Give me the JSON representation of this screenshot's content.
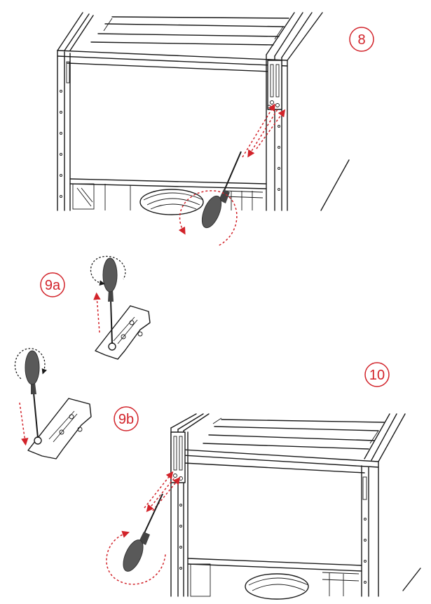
{
  "steps": [
    {
      "id": "8",
      "label": "8"
    },
    {
      "id": "9a",
      "label": "9a"
    },
    {
      "id": "9b",
      "label": "9b"
    },
    {
      "id": "10",
      "label": "10"
    }
  ],
  "colors": {
    "accent": "#d2232a",
    "line": "#1a1a1a",
    "handle": "#595959",
    "background": "#ffffff"
  },
  "icons": [
    "screwdriver-icon",
    "rotation-arrow-icon",
    "hinge-bracket-icon"
  ]
}
